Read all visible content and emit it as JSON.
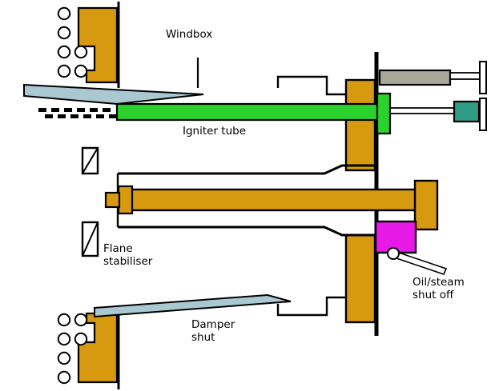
{
  "diagram": {
    "background": "#ffffff",
    "labels": {
      "windbox": "Windbox",
      "igniter_tube": "Igniter tube",
      "flame_stabiliser": [
        "Flane",
        "stabiliser"
      ],
      "oil_steam_shut_off": [
        "Oil/steam",
        "shut off"
      ],
      "damper_shut": [
        "Damper",
        "shut"
      ]
    },
    "colors": {
      "flange_orange": "#d6990f",
      "igniter_green": "#2bd22b",
      "damper_blue": "#aac8d2",
      "actuator_gray": "#a8a79a",
      "valve_teal": "#2f9c85",
      "shutoff_magenta": "#e619e6",
      "outline": "#000000",
      "hole_fill": "#ffffff"
    }
  }
}
